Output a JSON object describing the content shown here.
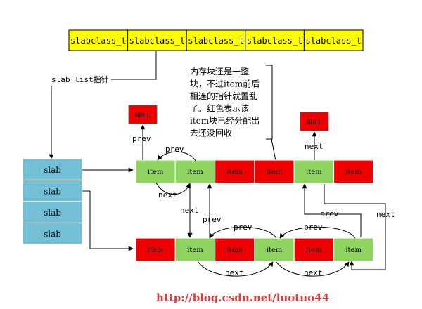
{
  "slabclass": {
    "items": [
      "slabclass_t",
      "slabclass_t",
      "slabclass_t",
      "slabclass_t",
      "slabclass_t"
    ]
  },
  "slab_list_label": "slab_list指针",
  "annotation": {
    "lines": [
      "内存块还是一整",
      "块，不过item前后",
      "相连的指针就置乱",
      "了。红色表示该",
      "item块已经分配出",
      "去还没回收"
    ]
  },
  "slabs": [
    "slab",
    "slab",
    "slab",
    "slab"
  ],
  "null_labels": [
    "NULL",
    "NULL"
  ],
  "row1": [
    {
      "label": "item",
      "state": "free"
    },
    {
      "label": "item",
      "state": "free"
    },
    {
      "label": "item",
      "state": "allocated"
    },
    {
      "label": "item",
      "state": "allocated"
    },
    {
      "label": "item",
      "state": "free"
    },
    {
      "label": "item",
      "state": "allocated"
    }
  ],
  "row2": [
    {
      "label": "item",
      "state": "allocated"
    },
    {
      "label": "item",
      "state": "free"
    },
    {
      "label": "item",
      "state": "allocated"
    },
    {
      "label": "item",
      "state": "free"
    },
    {
      "label": "item",
      "state": "allocated"
    },
    {
      "label": "item",
      "state": "free"
    }
  ],
  "pointer_labels": {
    "prev_null": "prev",
    "prev_row1": "prev",
    "next_row1": "next",
    "next_down": "next",
    "prev_up": "prev",
    "next_null": "next",
    "prev_row2_a": "prev",
    "prev_row2_b": "prev",
    "prev_mid": "prev",
    "next_right": "next",
    "next_row2_a": "next",
    "next_row2_b": "next"
  },
  "watermark": "http://blog.csdn.net/luotuo44",
  "colors": {
    "slabclass_fill": "#ffff00",
    "slab_fill": "#73bfd6",
    "free_fill": "#8fd460",
    "allocated_fill": "#ee0000",
    "null_fill": "#ee0000",
    "watermark": "#d63c3c",
    "line": "#000000"
  }
}
